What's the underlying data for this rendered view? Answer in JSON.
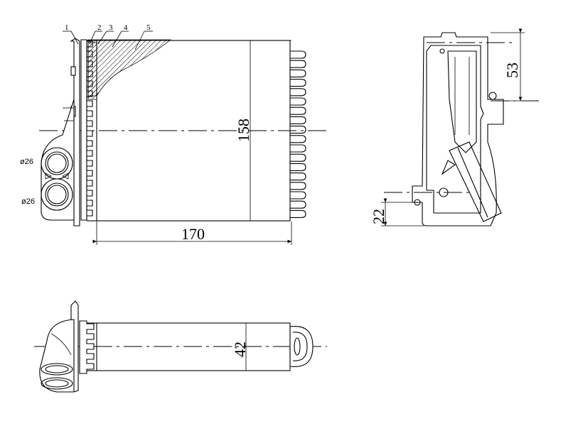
{
  "dimensions": {
    "core_height": "158",
    "core_width": "170",
    "thickness": "42",
    "side_top": "53",
    "side_bottom": "22"
  },
  "pipes": {
    "upper_diameter": "ø26",
    "lower_diameter": "ø26"
  },
  "callouts": [
    "1",
    "2",
    "3",
    "4",
    "5"
  ]
}
